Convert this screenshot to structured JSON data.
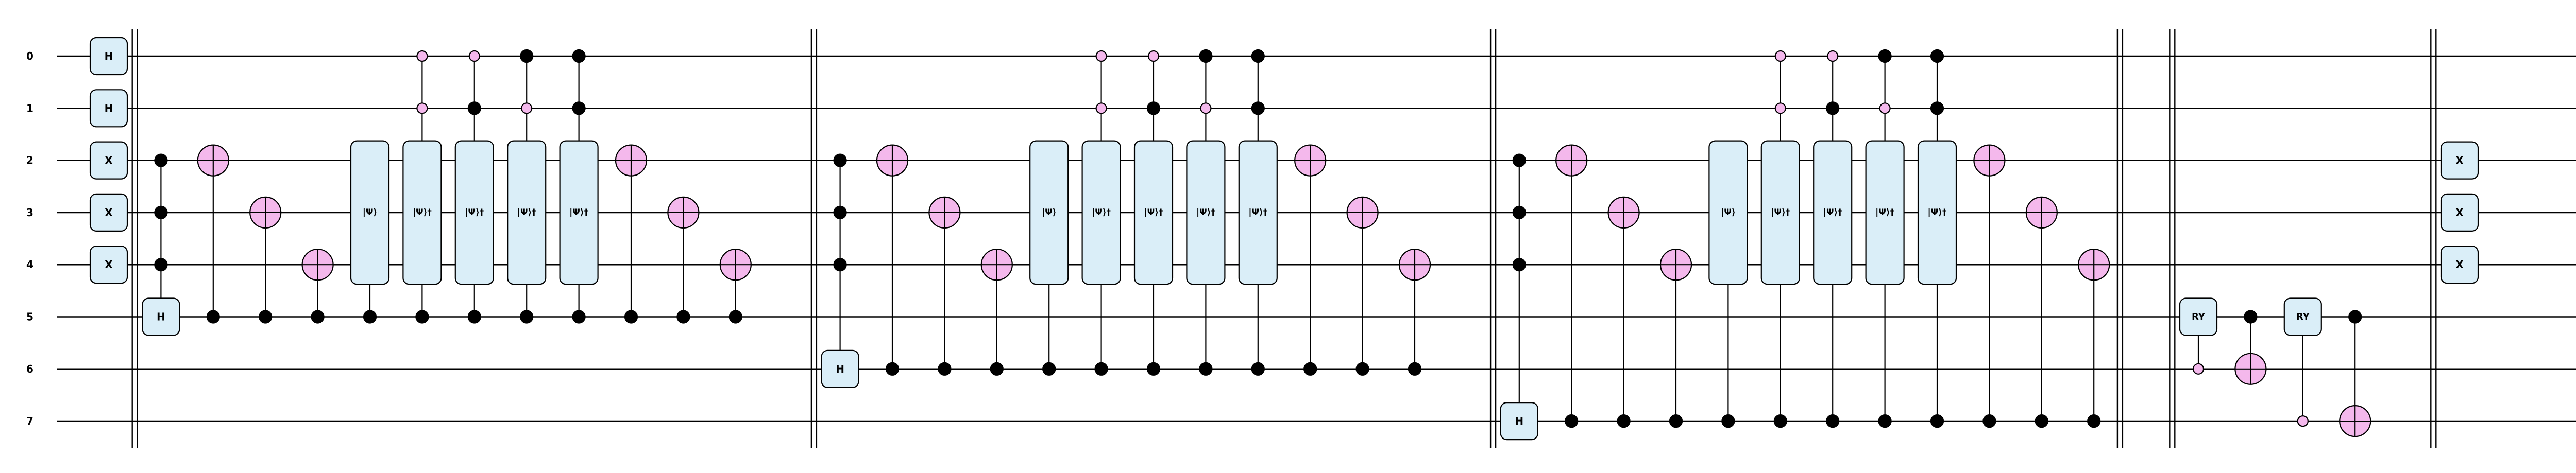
{
  "qubit_labels": [
    "0",
    "1",
    "2",
    "3",
    "4",
    "5",
    "6",
    "7"
  ],
  "colors": {
    "gate_fill": "#daeef8",
    "target_fill": "#f4b8ec",
    "open_control_fill": "#f4b8ec",
    "wire": "#000000"
  },
  "gates": [
    {
      "type": "box",
      "col": 0,
      "q": 0,
      "label": "H"
    },
    {
      "type": "box",
      "col": 0,
      "q": 1,
      "label": "H"
    },
    {
      "type": "box",
      "col": 0,
      "q": 2,
      "label": "X"
    },
    {
      "type": "box",
      "col": 0,
      "q": 3,
      "label": "X"
    },
    {
      "type": "box",
      "col": 0,
      "q": 4,
      "label": "X"
    },
    {
      "type": "box",
      "col": 1,
      "q": 5,
      "label": "H",
      "controls": [
        2,
        3,
        4
      ]
    },
    {
      "type": "cx",
      "col": 2,
      "target": 2,
      "controls": [
        5
      ]
    },
    {
      "type": "cx",
      "col": 3,
      "target": 3,
      "controls": [
        5
      ]
    },
    {
      "type": "cx",
      "col": 4,
      "target": 4,
      "controls": [
        5
      ]
    },
    {
      "type": "tall",
      "col": 5,
      "q0": 2,
      "q1": 4,
      "label": "|Ψ⟩",
      "controls": [
        5
      ]
    },
    {
      "type": "tall",
      "col": 6,
      "q0": 2,
      "q1": 4,
      "label": "|Ψ⟩†",
      "controls": [
        5
      ],
      "open": [
        0,
        1
      ]
    },
    {
      "type": "tall",
      "col": 7,
      "q0": 2,
      "q1": 4,
      "label": "|Ψ⟩†",
      "controls": [
        1,
        5
      ],
      "open": [
        0
      ]
    },
    {
      "type": "tall",
      "col": 8,
      "q0": 2,
      "q1": 4,
      "label": "|Ψ⟩†",
      "controls": [
        0,
        5
      ],
      "open": [
        1
      ]
    },
    {
      "type": "tall",
      "col": 9,
      "q0": 2,
      "q1": 4,
      "label": "|Ψ⟩†",
      "controls": [
        0,
        1,
        5
      ]
    },
    {
      "type": "cx",
      "col": 10,
      "target": 2,
      "controls": [
        5
      ]
    },
    {
      "type": "cx",
      "col": 11,
      "target": 3,
      "controls": [
        5
      ]
    },
    {
      "type": "cx",
      "col": 12,
      "target": 4,
      "controls": [
        5
      ]
    },
    {
      "type": "box",
      "col": 14,
      "q": 6,
      "label": "H",
      "controls": [
        2,
        3,
        4
      ]
    },
    {
      "type": "cx",
      "col": 15,
      "target": 2,
      "controls": [
        6
      ]
    },
    {
      "type": "cx",
      "col": 16,
      "target": 3,
      "controls": [
        6
      ]
    },
    {
      "type": "cx",
      "col": 17,
      "target": 4,
      "controls": [
        6
      ]
    },
    {
      "type": "tall",
      "col": 18,
      "q0": 2,
      "q1": 4,
      "label": "|Ψ⟩",
      "controls": [
        6
      ]
    },
    {
      "type": "tall",
      "col": 19,
      "q0": 2,
      "q1": 4,
      "label": "|Ψ⟩†",
      "controls": [
        6
      ],
      "open": [
        0,
        1
      ]
    },
    {
      "type": "tall",
      "col": 20,
      "q0": 2,
      "q1": 4,
      "label": "|Ψ⟩†",
      "controls": [
        1,
        6
      ],
      "open": [
        0
      ]
    },
    {
      "type": "tall",
      "col": 21,
      "q0": 2,
      "q1": 4,
      "label": "|Ψ⟩†",
      "controls": [
        0,
        6
      ],
      "open": [
        1
      ]
    },
    {
      "type": "tall",
      "col": 22,
      "q0": 2,
      "q1": 4,
      "label": "|Ψ⟩†",
      "controls": [
        0,
        1,
        6
      ]
    },
    {
      "type": "cx",
      "col": 23,
      "target": 2,
      "controls": [
        6
      ]
    },
    {
      "type": "cx",
      "col": 24,
      "target": 3,
      "controls": [
        6
      ]
    },
    {
      "type": "cx",
      "col": 25,
      "target": 4,
      "controls": [
        6
      ]
    },
    {
      "type": "box",
      "col": 27,
      "q": 7,
      "label": "H",
      "controls": [
        2,
        3,
        4
      ]
    },
    {
      "type": "cx",
      "col": 28,
      "target": 2,
      "controls": [
        7
      ]
    },
    {
      "type": "cx",
      "col": 29,
      "target": 3,
      "controls": [
        7
      ]
    },
    {
      "type": "cx",
      "col": 30,
      "target": 4,
      "controls": [
        7
      ]
    },
    {
      "type": "tall",
      "col": 31,
      "q0": 2,
      "q1": 4,
      "label": "|Ψ⟩",
      "controls": [
        7
      ]
    },
    {
      "type": "tall",
      "col": 32,
      "q0": 2,
      "q1": 4,
      "label": "|Ψ⟩†",
      "controls": [
        7
      ],
      "open": [
        0,
        1
      ]
    },
    {
      "type": "tall",
      "col": 33,
      "q0": 2,
      "q1": 4,
      "label": "|Ψ⟩†",
      "controls": [
        1,
        7
      ],
      "open": [
        0
      ]
    },
    {
      "type": "tall",
      "col": 34,
      "q0": 2,
      "q1": 4,
      "label": "|Ψ⟩†",
      "controls": [
        0,
        7
      ],
      "open": [
        1
      ]
    },
    {
      "type": "tall",
      "col": 35,
      "q0": 2,
      "q1": 4,
      "label": "|Ψ⟩†",
      "controls": [
        0,
        1,
        7
      ]
    },
    {
      "type": "cx",
      "col": 36,
      "target": 2,
      "controls": [
        7
      ]
    },
    {
      "type": "cx",
      "col": 37,
      "target": 3,
      "controls": [
        7
      ]
    },
    {
      "type": "cx",
      "col": 38,
      "target": 4,
      "controls": [
        7
      ]
    },
    {
      "type": "box",
      "col": 40,
      "q": 5,
      "label": "RY",
      "open": [
        6
      ]
    },
    {
      "type": "cx",
      "col": 41,
      "target": 6,
      "controls": [
        5
      ]
    },
    {
      "type": "box",
      "col": 42,
      "q": 5,
      "label": "RY",
      "open": [
        7
      ]
    },
    {
      "type": "cx",
      "col": 43,
      "target": 7,
      "controls": [
        5
      ]
    },
    {
      "type": "box",
      "col": 45,
      "q": 2,
      "label": "X"
    },
    {
      "type": "box",
      "col": 45,
      "q": 3,
      "label": "X"
    },
    {
      "type": "box",
      "col": 45,
      "q": 4,
      "label": "X"
    }
  ],
  "barriers": [
    {
      "after_col": 0
    },
    {
      "after_col": 13
    },
    {
      "after_col": 26
    },
    {
      "after_col": 38
    },
    {
      "after_col": 39
    },
    {
      "after_col": 44
    }
  ]
}
